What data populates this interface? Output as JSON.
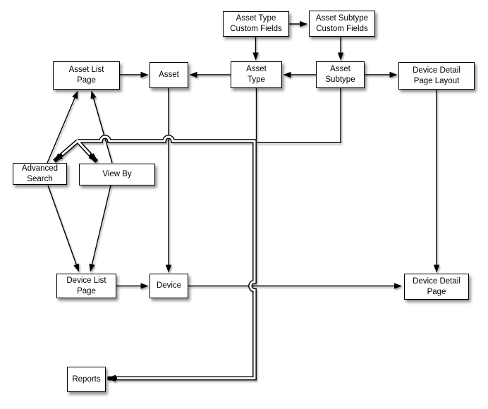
{
  "diagram": {
    "type": "entity-flow-diagram",
    "colors": {
      "background": "#ffffff",
      "box_fill": "#ffffff",
      "box_border": "#000000",
      "line": "#000000",
      "shadow": "rgba(0,0,0,0.45)"
    },
    "boxes": {
      "asset_type_custom_fields": {
        "label": "Asset Type\nCustom Fields"
      },
      "asset_subtype_custom_fields": {
        "label": "Asset Subtype\nCustom Fields"
      },
      "asset_list_page": {
        "label": "Asset List\nPage"
      },
      "asset": {
        "label": "Asset"
      },
      "asset_type": {
        "label": "Asset\nType"
      },
      "asset_subtype": {
        "label": "Asset\nSubtype"
      },
      "device_detail_page_layout": {
        "label": "Device Detail\nPage Layout"
      },
      "advanced_search": {
        "label": "Advanced\nSearch"
      },
      "view_by": {
        "label": "View By"
      },
      "device_list_page": {
        "label": "Device List\nPage"
      },
      "device": {
        "label": "Device"
      },
      "device_detail_page": {
        "label": "Device Detail\nPage"
      },
      "reports": {
        "label": "Reports"
      }
    },
    "connections": [
      {
        "from": "Asset Type Custom Fields",
        "to": "Asset Subtype Custom Fields",
        "style": "single",
        "arrow": "one-way"
      },
      {
        "from": "Asset Type Custom Fields",
        "to": "Asset Type",
        "style": "single",
        "arrow": "one-way"
      },
      {
        "from": "Asset Subtype Custom Fields",
        "to": "Asset Subtype",
        "style": "single",
        "arrow": "one-way"
      },
      {
        "from": "Asset List Page",
        "to": "Asset",
        "style": "single",
        "arrow": "one-way"
      },
      {
        "from": "Asset Type",
        "to": "Asset",
        "style": "single",
        "arrow": "one-way"
      },
      {
        "from": "Asset Subtype",
        "to": "Asset Type",
        "style": "single",
        "arrow": "one-way"
      },
      {
        "from": "Asset Subtype",
        "to": "Device Detail Page Layout",
        "style": "single",
        "arrow": "one-way"
      },
      {
        "from": "Device Detail Page Layout",
        "to": "Device Detail Page",
        "style": "single",
        "arrow": "one-way"
      },
      {
        "from": "Asset",
        "to": "Device",
        "style": "single",
        "arrow": "one-way"
      },
      {
        "from": "Advanced Search",
        "to": "Asset List Page",
        "style": "single",
        "arrow": "one-way"
      },
      {
        "from": "View By",
        "to": "Asset List Page",
        "style": "single",
        "arrow": "one-way"
      },
      {
        "from": "Advanced Search",
        "to": "Device List Page",
        "style": "single",
        "arrow": "one-way"
      },
      {
        "from": "View By",
        "to": "Device List Page",
        "style": "single",
        "arrow": "one-way"
      },
      {
        "from": "Device List Page",
        "to": "Device",
        "style": "single",
        "arrow": "one-way"
      },
      {
        "from": "Device",
        "to": "Device Detail Page",
        "style": "single",
        "arrow": "one-way"
      },
      {
        "from": "Asset Type + Asset Subtype trunk",
        "to": "Advanced Search",
        "style": "double-line",
        "arrow": "one-way"
      },
      {
        "from": "Asset Type + Asset Subtype trunk",
        "to": "View By",
        "style": "double-line",
        "arrow": "one-way"
      },
      {
        "from": "Asset Type + Asset Subtype trunk",
        "to": "Reports",
        "style": "double-line",
        "arrow": "one-way"
      }
    ]
  }
}
